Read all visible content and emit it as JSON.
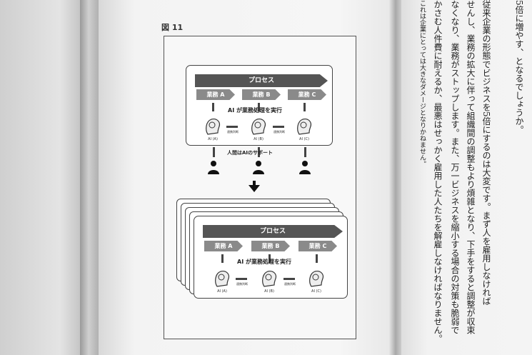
{
  "figure": {
    "label": "図 11",
    "top": {
      "process": "プロセス",
      "tasks": [
        "業務 A",
        "業務 B",
        "業務 C"
      ],
      "exec": "AI が業務処理を実行",
      "ai_labels": [
        "AI (A)",
        "AI (B)",
        "AI (C)"
      ],
      "link_label": "連携判断",
      "support": "人間はAIのサポート"
    },
    "bottom": {
      "process": "プロセス",
      "tasks": [
        "業務 A",
        "業務 B",
        "業務 C"
      ],
      "exec": "AI が業務処理を実行",
      "ai_labels": [
        "AI (A)",
        "AI (B)",
        "AI (C)"
      ],
      "link_label": "連携判断"
    }
  },
  "right_text": {
    "lines": [
      "5倍に増やす、となるでしょうか。",
      "従来企業の形態でビジネスを5倍にするのは大変です。まず人を雇用しなければ",
      "せんし、業務の拡大に伴って組織間の調整もより煩雑となり、下手をすると調整が収束",
      "なくなり、業務がストップします。また、万一ビジネスを縮小する場合の対策も脆弱で",
      "かさむ人件費に耐えるか、最悪はせっかく雇用した人たちを解雇しなければなりません。",
      "これは企業にとっては大きなダメージとなりかねません。"
    ]
  },
  "colors": {
    "process": "#555555",
    "task": "#8a8a8a",
    "page": "#f6f6f6"
  }
}
